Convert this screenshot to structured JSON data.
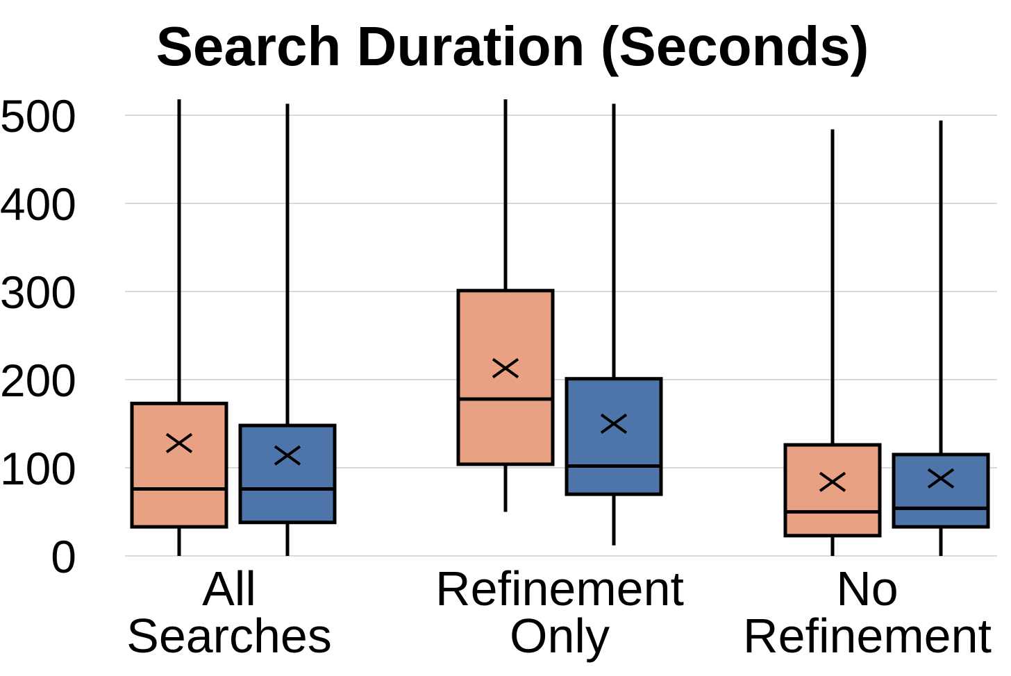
{
  "chart_data": {
    "type": "boxplot",
    "title": "Search Duration (Seconds)",
    "xlabel": "",
    "ylabel": "",
    "ylim": [
      0,
      500
    ],
    "yticks": [
      0,
      100,
      200,
      300,
      400,
      500
    ],
    "grid": true,
    "legend": "none",
    "categories": [
      {
        "lines": [
          "All",
          "Searches"
        ]
      },
      {
        "lines": [
          "Refinement",
          "Only"
        ]
      },
      {
        "lines": [
          "No",
          "Refinement"
        ]
      }
    ],
    "series": [
      {
        "color": "#E8A283",
        "boxes": [
          {
            "whisker_low": 0,
            "q1": 33,
            "median": 76,
            "q3": 173,
            "whisker_high": 518,
            "mean": 128
          },
          {
            "whisker_low": 50,
            "q1": 104,
            "median": 178,
            "q3": 301,
            "whisker_high": 518,
            "mean": 213
          },
          {
            "whisker_low": 0,
            "q1": 23,
            "median": 50,
            "q3": 126,
            "whisker_high": 484,
            "mean": 84
          }
        ]
      },
      {
        "color": "#4E75AA",
        "boxes": [
          {
            "whisker_low": 0,
            "q1": 38,
            "median": 76,
            "q3": 148,
            "whisker_high": 513,
            "mean": 114
          },
          {
            "whisker_low": 12,
            "q1": 70,
            "median": 102,
            "q3": 201,
            "whisker_high": 513,
            "mean": 150
          },
          {
            "whisker_low": 0,
            "q1": 33,
            "median": 54,
            "q3": 115,
            "whisker_high": 494,
            "mean": 88
          }
        ]
      }
    ]
  }
}
